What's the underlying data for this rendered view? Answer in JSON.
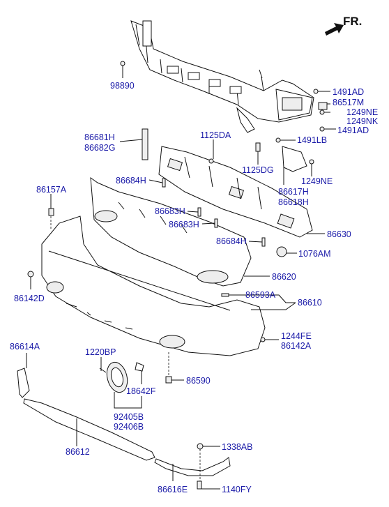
{
  "header": {
    "direction_label": "FR."
  },
  "labels": {
    "p98890": "98890",
    "p1491AD_a": "1491AD",
    "p86517M": "86517M",
    "p1249NE_a": "1249NE",
    "p1249NK": "1249NK",
    "p1491AD_b": "1491AD",
    "p86681H": "86681H",
    "p86682G": "86682G",
    "p1125DA": "1125DA",
    "p1491LB": "1491LB",
    "p1125DG": "1125DG",
    "p1249NE_b": "1249NE",
    "p86617H": "86617H",
    "p86618H": "86618H",
    "p86684H_a": "86684H",
    "p86157A": "86157A",
    "p86683H_a": "86683H",
    "p86683H_b": "86683H",
    "p86630": "86630",
    "p86684H_b": "86684H",
    "p1076AM": "1076AM",
    "p86620": "86620",
    "p86142D": "86142D",
    "p86593A": "86593A",
    "p86610": "86610",
    "p1244FE": "1244FE",
    "p86142A": "86142A",
    "p86614A": "86614A",
    "p1220BP": "1220BP",
    "p18642F": "18642F",
    "p86590": "86590",
    "p92405B": "92405B",
    "p92406B": "92406B",
    "p86612": "86612",
    "p1338AB": "1338AB",
    "p86616E": "86616E",
    "p1140FY": "1140FY"
  },
  "colors": {
    "label": "#1a1aa8",
    "line": "#111111"
  }
}
